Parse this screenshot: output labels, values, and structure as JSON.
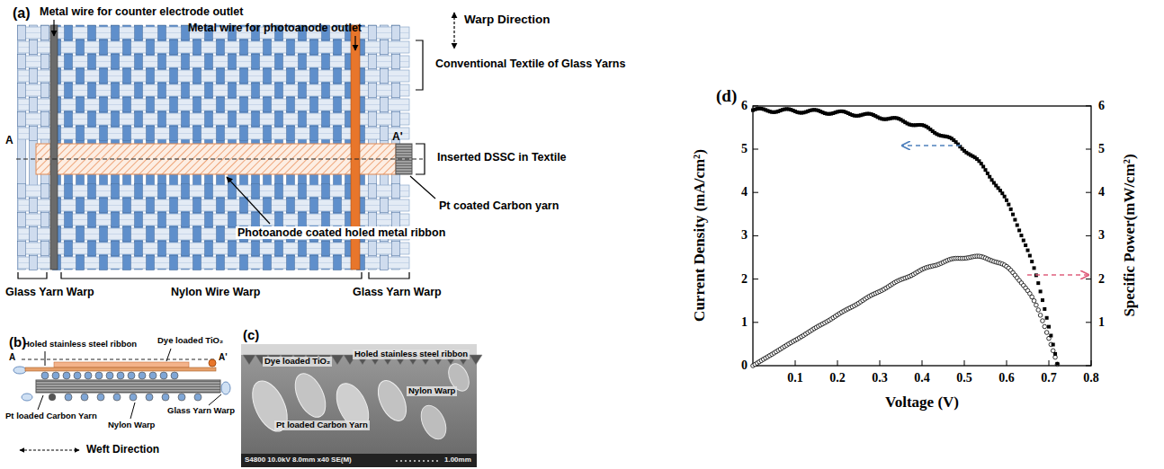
{
  "diagram": {
    "labels": [
      "(a)",
      "Metal wire for counter electrode outlet",
      "Metal wire for photoanode outlet",
      "Warp Direction",
      "Conventional Textile of Glass Yarns",
      "A",
      "A'",
      "Inserted DSSC in Textile",
      "Pt coated Carbon yarn",
      "Photoanode coated holed metal ribbon",
      "Glass Yarn Warp",
      "Nylon Wire Warp",
      "Glass Yarn Warp",
      "(b)",
      "A",
      "A'",
      "Holed stainless steel ribbon",
      "Dye loaded TiO₂",
      "Pt loaded Carbon Yarn",
      "Nylon Warp",
      "Glass Yarn Warp",
      "Weft Direction",
      "(c)",
      "Dye loaded TiO₂",
      "Holed stainless steel ribbon",
      "Nylon Warp",
      "Pt loaded Carbon Yarn",
      "S4800 10.0kV 8.0mm x40 SE(M)",
      "1.00mm",
      "(d)",
      "Current Density (mA/cm²)",
      "Specific Power(mW/cm²)",
      "Voltage (V)",
      "0",
      "1",
      "2",
      "3",
      "4",
      "5",
      "6",
      "1",
      "2",
      "3",
      "4",
      "5",
      "6",
      "0.1",
      "0.2",
      "0.3",
      "0.4",
      "0.5",
      "0.6",
      "0.7",
      "0.8"
    ]
  }
}
